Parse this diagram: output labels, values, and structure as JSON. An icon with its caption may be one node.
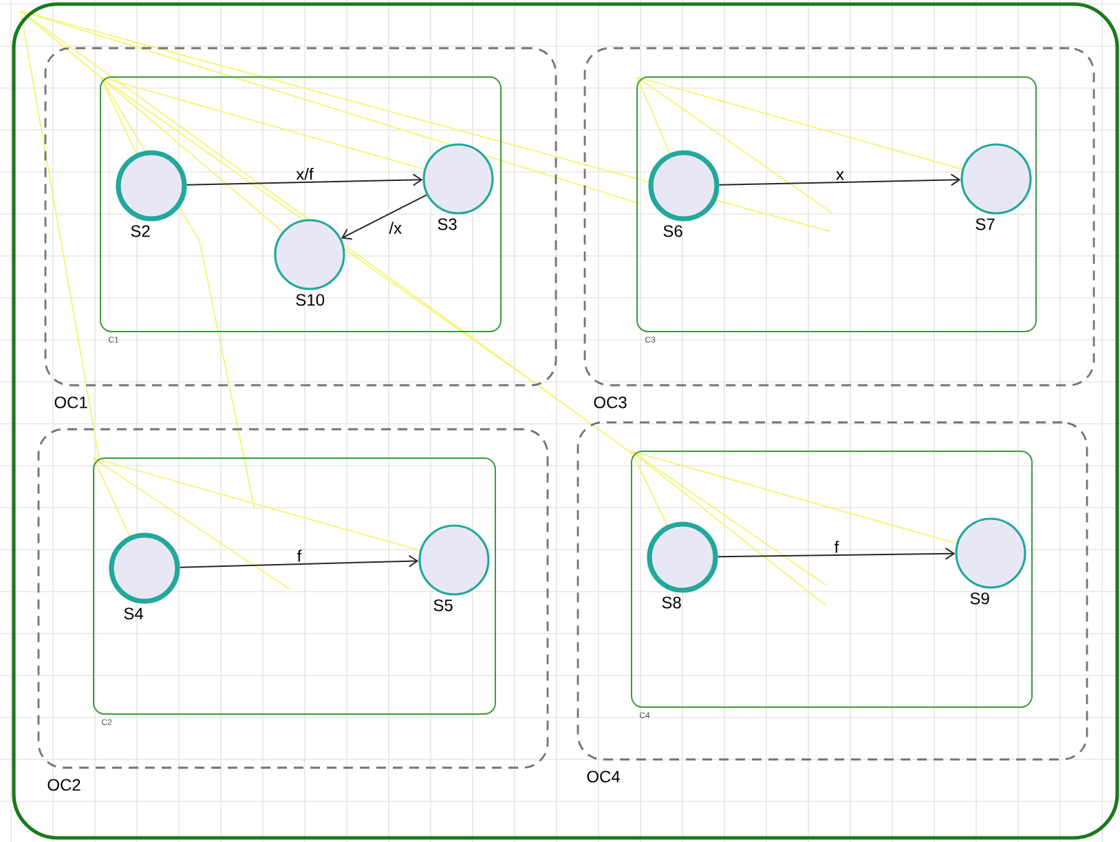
{
  "diagram": {
    "nodes": [
      {
        "text": [],
        "shape": "box"
      },
      {
        "text": [
          "OC1"
        ],
        "in": 0
      },
      {
        "text": [
          "C1"
        ],
        "in": 1
      },
      {
        "text": [],
        "shape": "circle",
        "beside": [
          "S2"
        ],
        "in": 2
      },
      {
        "text": [],
        "shape": "circle",
        "beside": [
          "S3"
        ],
        "in": 2
      },
      {
        "text": [],
        "shape": "circle",
        "beside": [
          "S10"
        ],
        "in": 2
      },
      {
        "text": [
          "OC3"
        ],
        "in": 0
      },
      {
        "text": [
          "C3"
        ],
        "in": 6
      },
      {
        "text": [],
        "shape": "circle",
        "beside": [
          "S6"
        ],
        "in": 7
      },
      {
        "text": [],
        "shape": "circle",
        "beside": [
          "S7"
        ],
        "in": 7
      },
      {
        "text": [
          "OC2"
        ],
        "in": 0
      },
      {
        "text": [
          "C2"
        ],
        "in": 10
      },
      {
        "text": [],
        "shape": "circle",
        "beside": [
          "S4"
        ],
        "in": 11
      },
      {
        "text": [],
        "shape": "circle",
        "beside": [
          "S5"
        ],
        "in": 11
      },
      {
        "text": [
          "OC4"
        ],
        "in": 0
      },
      {
        "text": [
          "C4"
        ],
        "in": 14
      },
      {
        "text": [],
        "shape": "circle",
        "beside": [
          "S8"
        ],
        "in": 15
      },
      {
        "text": [],
        "shape": "circle",
        "beside": [
          "S9"
        ],
        "in": 15
      }
    ],
    "edges": [
      {
        "from": 3,
        "to": 4,
        "arrow": "to",
        "label": "x/f"
      },
      {
        "from": 4,
        "to": 5,
        "arrow": "to",
        "label": "/x"
      },
      {
        "from": 8,
        "to": 9,
        "arrow": "to",
        "label": "x"
      },
      {
        "from": 12,
        "to": 13,
        "arrow": "to",
        "label": "f"
      },
      {
        "from": 16,
        "to": 17,
        "arrow": "to",
        "label": "f"
      }
    ]
  }
}
